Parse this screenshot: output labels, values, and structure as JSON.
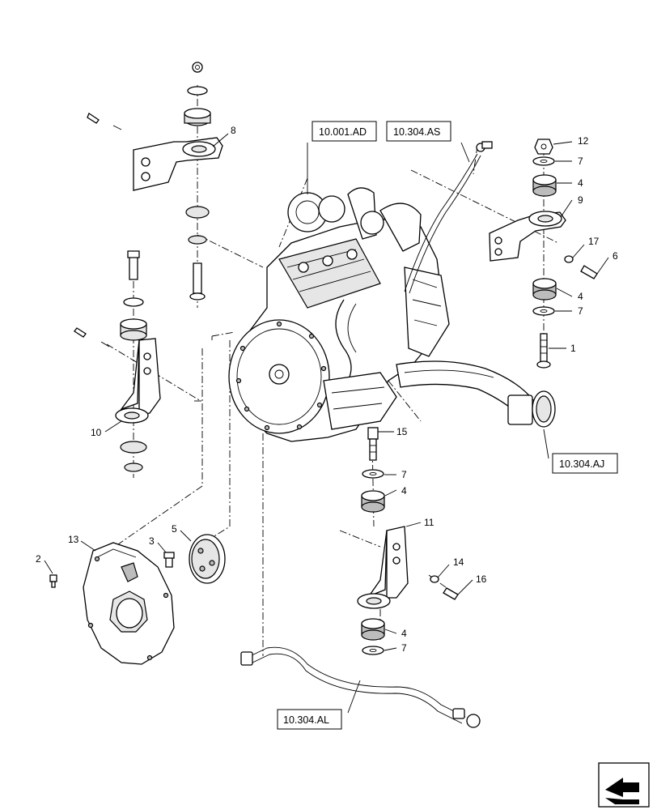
{
  "diagram": {
    "callouts": [
      "8",
      "12",
      "7",
      "4",
      "9",
      "17",
      "6",
      "4",
      "7",
      "1",
      "10",
      "15",
      "7",
      "4",
      "11",
      "14",
      "16",
      "4",
      "7",
      "13",
      "2",
      "3",
      "5"
    ],
    "references": [
      "10.001.AD",
      "10.304.AS",
      "10.304.AJ",
      "10.304.AL"
    ]
  },
  "icons": {
    "nav": "arrow-bookmark-icon"
  }
}
